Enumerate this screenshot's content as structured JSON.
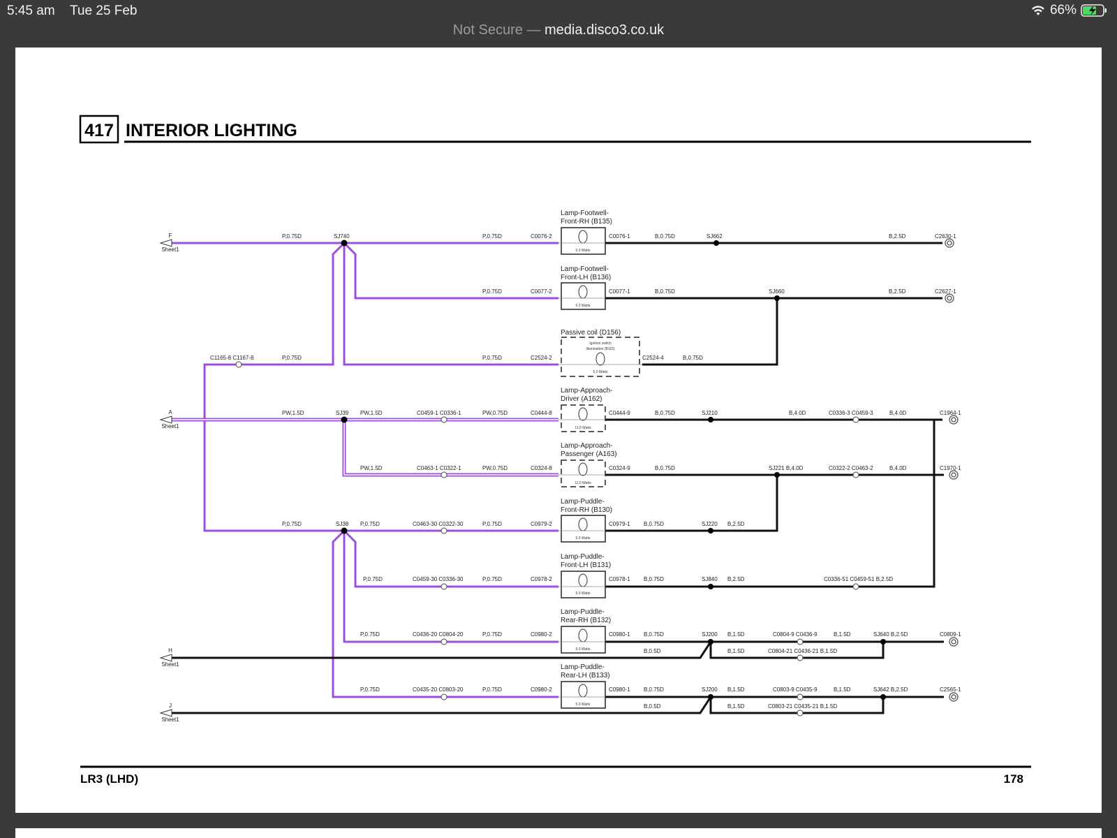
{
  "status": {
    "time": "5:45 am",
    "date": "Tue 25 Feb",
    "battery": "66%",
    "wifi_icon": "wifi-icon",
    "battery_icon": "battery-charging-icon"
  },
  "url": {
    "security": "Not Secure",
    "separator": " — ",
    "domain": "media.disco3.co.uk"
  },
  "doc": {
    "section_number": "417",
    "section_title": "INTERIOR LIGHTING",
    "footer_left": "LR3 (LHD)",
    "page_number": "178"
  },
  "sheets": [
    {
      "letter": "F",
      "label": "Sheet1"
    },
    {
      "letter": "A",
      "label": "Sheet1"
    },
    {
      "letter": "H",
      "label": "Sheet1"
    },
    {
      "letter": "J",
      "label": "Sheet1"
    }
  ],
  "components": [
    {
      "line1": "Lamp-Footwell-",
      "line2": "Front-RH (B135)",
      "watts": "5.0 Watts"
    },
    {
      "line1": "Lamp-Footwell-",
      "line2": "Front-LH (B136)",
      "watts": "5.0 Watts"
    },
    {
      "line1": "Passive coil (D156)",
      "line2": "",
      "inner1": "Ignition switch",
      "inner2": "illumination (B115)",
      "watts": "5.0 Watts"
    },
    {
      "line1": "Lamp-Approach-",
      "line2": "Driver (A162)",
      "watts": "11.0 Watts"
    },
    {
      "line1": "Lamp-Approach-",
      "line2": "Passenger (A163)",
      "watts": "11.0 Watts"
    },
    {
      "line1": "Lamp-Puddle-",
      "line2": "Front-RH (B130)",
      "watts": "5.0 Watts"
    },
    {
      "line1": "Lamp-Puddle-",
      "line2": "Front-LH (B131)",
      "watts": "5.0 Watts"
    },
    {
      "line1": "Lamp-Puddle-",
      "line2": "Rear-RH (B132)",
      "watts": "5.0 Watts"
    },
    {
      "line1": "Lamp-Puddle-",
      "line2": "Rear-LH (B133)",
      "watts": "5.0 Watts"
    }
  ],
  "labels": {
    "r1": [
      "P,0.75D",
      "SJ740",
      "P,0.75D",
      "C0076-2",
      "C0076-1",
      "B,0.75D",
      "SJ662",
      "B,2.5D",
      "C2630-1"
    ],
    "r2": [
      "P,0.75D",
      "C0077-2",
      "C0077-1",
      "B,0.75D",
      "SJ660",
      "B,2.5D",
      "C2627-1"
    ],
    "r3": [
      "C1165-8 C1167-8",
      "P,0.75D",
      "P,0.75D",
      "C2524-2",
      "C2524-4",
      "B,0.75D"
    ],
    "r4": [
      "PW,1.5D",
      "SJ39",
      "PW,1.5D",
      "C0459-1 C0336-1",
      "PW,0.75D",
      "C0444-8",
      "C0444-9",
      "B,0.75D",
      "SJ210",
      "B,4.0D",
      "C0336-3 C0459-3",
      "B,4.0D",
      "C1964-1"
    ],
    "r5": [
      "PW,1.5D",
      "C0463-1 C0322-1",
      "PW,0.75D",
      "C0324-8",
      "C0324-9",
      "B,0.75D",
      "SJ221 B,4.0D",
      "C0322-2 C0463-2",
      "B,4.0D",
      "C1970-1"
    ],
    "r6": [
      "P,0.75D",
      "SJ38",
      "P,0.75D",
      "C0463-30 C0322-30",
      "P,0.75D",
      "C0979-2",
      "C0979-1",
      "B,0.75D",
      "SJ220",
      "B,2.5D"
    ],
    "r7": [
      "P,0.75D",
      "C0459-30 C0336-30",
      "P,0.75D",
      "C0978-2",
      "C0978-1",
      "B,0.75D",
      "SJ840",
      "B,2.5D",
      "C0336-51 C0459-51 B,2.5D"
    ],
    "r8": [
      "P,0.75D",
      "C0436-20 C0804-20",
      "P,0.75D",
      "C0980-2",
      "C0980-1",
      "B,0.75D",
      "SJ200",
      "B,1.5D",
      "C0804-9 C0436-9",
      "B,1.5D",
      "SJ640 B,2.5D",
      "C0809-1",
      "B,0.5D",
      "B,1.5D",
      "C0804-21 C0436-21 B,1.5D"
    ],
    "r9": [
      "P,0.75D",
      "C0435-20 C0803-20",
      "P,0.75D",
      "C0980-2",
      "C0980-1",
      "B,0.75D",
      "SJ200",
      "B,1.5D",
      "C0803-9 C0435-9",
      "B,1.5D",
      "SJ642 B,2.5D",
      "C2565-1",
      "B,0.5D",
      "B,1.5D",
      "C0803-21 C0435-21 B,1.5D"
    ]
  },
  "colors": {
    "wire_purple": "#9b4fe0",
    "wire_black": "#111111",
    "chrome_bg": "#3a3a3a"
  }
}
